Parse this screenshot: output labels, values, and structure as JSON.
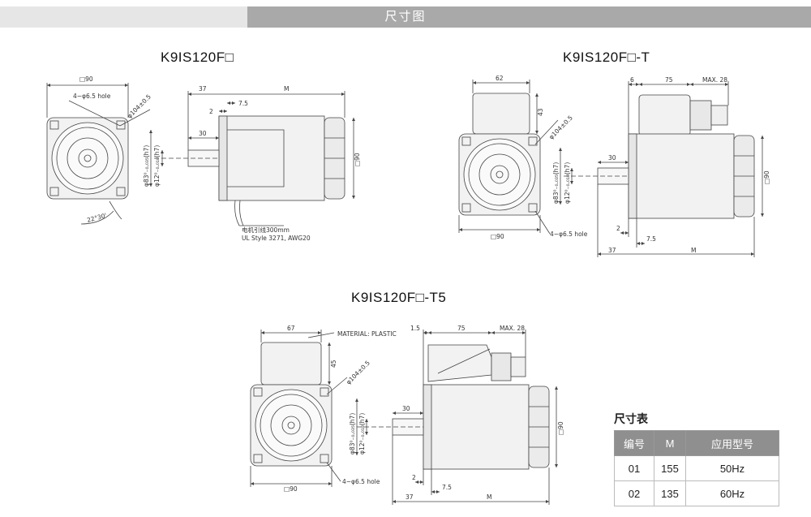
{
  "banner": {
    "title": "尺寸图"
  },
  "models": {
    "m1": "K9IS120F□",
    "m2": "K9IS120F□-T",
    "m3": "K9IS120F□-T5"
  },
  "dims": {
    "sq90": "□90",
    "hole": "4−φ6.5 hole",
    "pcd": "φ104±0.5",
    "d37": "37",
    "d2": "2",
    "d7_5": "7.5",
    "d30": "30",
    "dM": "M",
    "shaft": "φ12⁰₋₀.₀₁₈(h7)",
    "pilot": "φ83⁰₋₀.₀₃₅(h7)",
    "angle": "22°30'",
    "lead1": "电机引线300mm",
    "lead2": "UL Style 3271, AWG20",
    "d62": "62",
    "d43": "43",
    "d6": "6",
    "d75": "75",
    "max28": "MAX. 28",
    "d67": "67",
    "d45": "45",
    "d1_5": "1.5",
    "material": "MATERIAL: PLASTIC"
  },
  "table": {
    "title": "尺寸表",
    "headers": [
      "编号",
      "M",
      "应用型号"
    ],
    "rows": [
      [
        "01",
        "155",
        "50Hz"
      ],
      [
        "02",
        "135",
        "60Hz"
      ]
    ]
  }
}
